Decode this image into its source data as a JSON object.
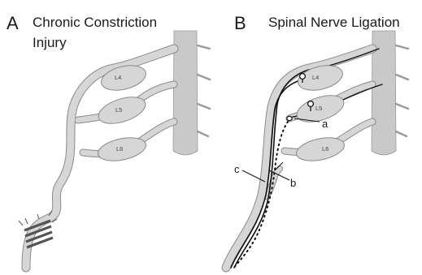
{
  "panels": [
    {
      "letter": "A",
      "title_line1": "Chronic Constriction",
      "title_line2": "Injury",
      "ganglia": [
        "L4",
        "L5",
        "L6"
      ]
    },
    {
      "letter": "B",
      "title": "Spinal Nerve Ligation",
      "ganglia": [
        "L4",
        "L5",
        "L6"
      ],
      "markers": [
        "a",
        "b",
        "c"
      ]
    }
  ],
  "colors": {
    "nerve_fill": "#d6d6d6",
    "nerve_outline": "#8a8a8a",
    "spinal_cord": "#c9c9c9",
    "constriction_band": "#555555",
    "axon": "#111111"
  }
}
